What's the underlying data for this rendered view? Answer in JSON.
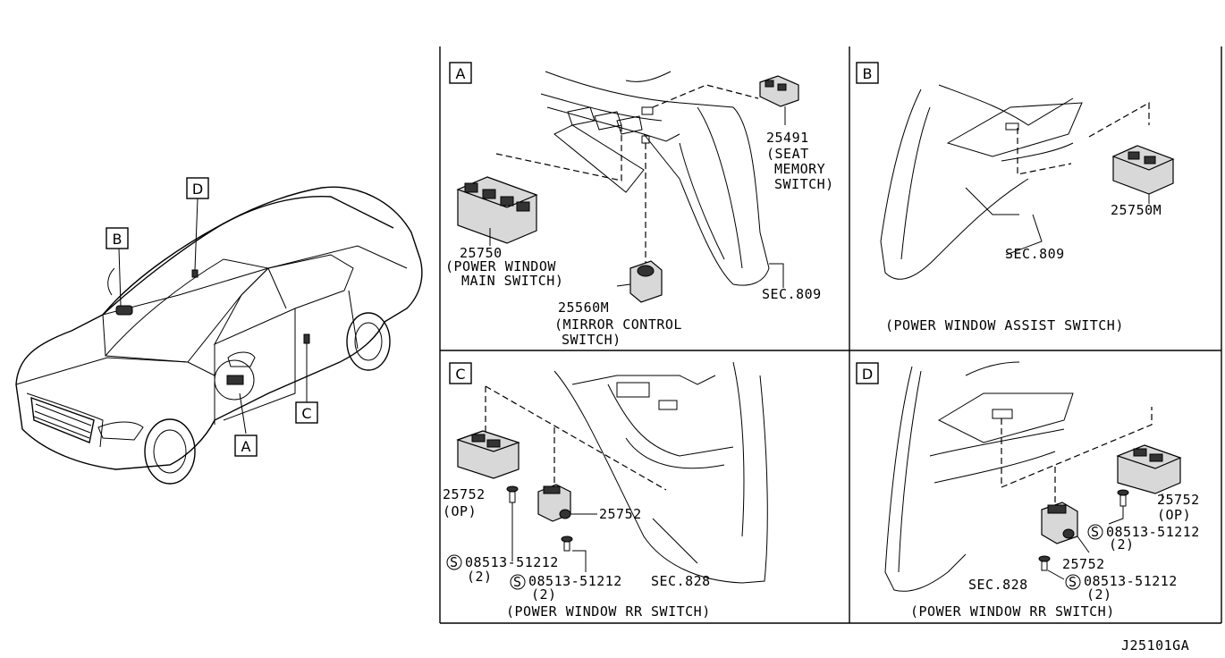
{
  "callout_letters": {
    "a": "A",
    "b": "B",
    "c": "C",
    "d": "D"
  },
  "panel_a": {
    "letter": "A",
    "seat_code": "25491",
    "seat_name_1": "(SEAT",
    "seat_name_2": "MEMORY",
    "seat_name_3": "SWITCH)",
    "main_code": "25750",
    "main_name_1": "(POWER WINDOW",
    "main_name_2": "MAIN SWITCH)",
    "mirror_code": "25560M",
    "mirror_name_1": "(MIRROR CONTROL",
    "mirror_name_2": "SWITCH)",
    "sec": "SEC.809"
  },
  "panel_b": {
    "letter": "B",
    "code": "25750M",
    "sec": "SEC.809",
    "caption": "(POWER WINDOW ASSIST SWITCH)"
  },
  "panel_c": {
    "letter": "C",
    "op_code": "25752",
    "op_note": "(OP)",
    "code": "25752",
    "screw1": "08513-51212",
    "screw1_qty": "(2)",
    "screw2": "08513-51212",
    "screw2_qty": "(2)",
    "sec": "SEC.828",
    "caption": "(POWER WINDOW RR SWITCH)"
  },
  "panel_d": {
    "letter": "D",
    "op_code": "25752",
    "op_note": "(OP)",
    "code": "25752",
    "screw1": "08513-51212",
    "screw1_qty": "(2)",
    "screw2": "08513-51212",
    "screw2_qty": "(2)",
    "sec": "SEC.828",
    "caption": "(POWER WINDOW RR SWITCH)"
  },
  "screw_symbol": "S",
  "diagram_id": "J25101GA"
}
